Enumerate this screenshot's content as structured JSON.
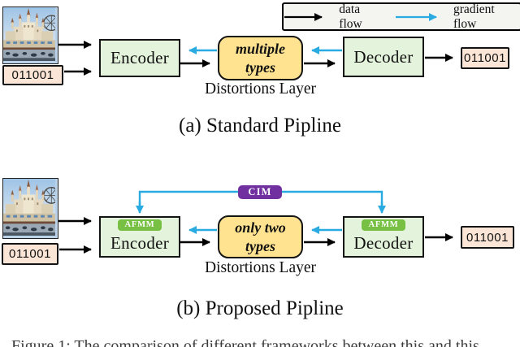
{
  "legend": {
    "data_flow_label": "data flow",
    "gradient_flow_label": "gradient flow"
  },
  "icons": {
    "data_flow": "black-right-arrow-icon",
    "gradient_flow": "cyan-right-arrow-icon",
    "input_image": "castle-photo"
  },
  "colors": {
    "data_flow": "#000000",
    "gradient_flow": "#29ABE2",
    "encoder_decoder_fill": "#E4F3DB",
    "distortion_fill": "#FFE390",
    "bits_fill": "#FBE5D6",
    "cim_bg": "#7030A0",
    "afmm_bg": "#77C044"
  },
  "pipeline_a": {
    "caption": "(a) Standard Pipline",
    "input_bits": "011001",
    "output_bits": "011001",
    "encoder_label": "Encoder",
    "decoder_label": "Decoder",
    "distortion_line1": "multiple",
    "distortion_line2": "types",
    "distortions_layer_label": "Distortions Layer"
  },
  "pipeline_b": {
    "caption": "(b) Proposed Pipline",
    "input_bits": "011001",
    "output_bits": "011001",
    "encoder_label": "Encoder",
    "decoder_label": "Decoder",
    "encoder_badge": "AFMM",
    "decoder_badge": "AFMM",
    "cim_label": "CIM",
    "distortion_line1": "only two",
    "distortion_line2": "types",
    "distortions_layer_label": "Distortions Layer"
  },
  "figure_caption_partial": "Figure 1: The comparison of different frameworks between this and this"
}
